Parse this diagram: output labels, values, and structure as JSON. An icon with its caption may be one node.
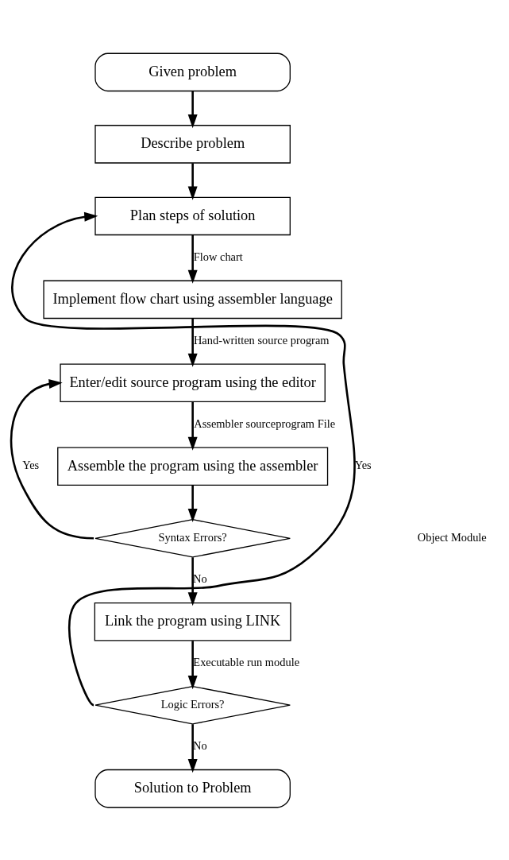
{
  "diagram": {
    "nodes": [
      {
        "text": [
          "Given problem"
        ]
      },
      {
        "text": [
          "Describe problem"
        ]
      },
      {
        "text": [
          "Plan steps of solution"
        ]
      },
      {
        "text": [
          "Implement flow chart using assembler language"
        ]
      },
      {
        "text": [
          "Enter/edit source program using the editor"
        ]
      },
      {
        "text": [
          "Assemble the program using the assembler"
        ]
      },
      {
        "text": [
          "Syntax Errors?"
        ]
      },
      {
        "text": [
          "Link the program using LINK"
        ]
      },
      {
        "text": [
          "Logic Errors?"
        ]
      },
      {
        "text": [
          "Solution to Problem"
        ]
      }
    ],
    "edges": [
      {
        "from": 0,
        "to": 1,
        "arrow": "to"
      },
      {
        "from": 1,
        "to": 2,
        "arrow": "to"
      },
      {
        "from": 2,
        "to": 3,
        "arrow": "to",
        "label": "Flow chart"
      },
      {
        "from": 3,
        "to": 4,
        "arrow": "to",
        "label": "Hand-written source program"
      },
      {
        "from": 4,
        "to": 5,
        "arrow": "to",
        "label": "Assembler sourceprogram File"
      },
      {
        "from": 5,
        "to": 6,
        "arrow": "to"
      },
      {
        "from": 6,
        "to": 4,
        "arrow": "to",
        "label": "Yes"
      },
      {
        "from": 6,
        "to": 7,
        "arrow": "to",
        "label": "No"
      },
      {
        "from": 7,
        "to": 8,
        "arrow": "to",
        "label": "Executable run module"
      },
      {
        "from": 8,
        "to": 2,
        "arrow": "to",
        "label": "Yes"
      },
      {
        "from": 8,
        "to": 9,
        "arrow": "to",
        "label": "No"
      }
    ],
    "labels": [
      "Object Module"
    ]
  }
}
